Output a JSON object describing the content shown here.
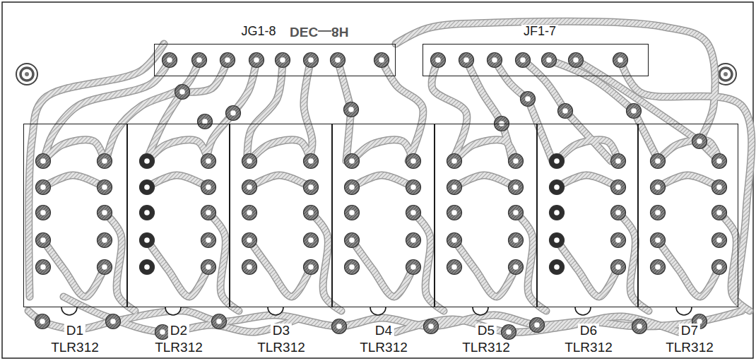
{
  "diagram": {
    "nodes": [
      {
        "text": [
          "JG1-8"
        ]
      },
      {
        "text": [
          "JF1-7"
        ]
      },
      {
        "text": [
          "D1",
          "TLR312"
        ]
      },
      {
        "text": [
          "D2",
          "TLR312"
        ]
      },
      {
        "text": [
          "D3",
          "TLR312"
        ]
      },
      {
        "text": [
          "D4",
          "TLR312"
        ]
      },
      {
        "text": [
          "D5",
          "TLR312"
        ]
      },
      {
        "text": [
          "D6",
          "TLR312"
        ]
      },
      {
        "text": [
          "D7",
          "TLR312"
        ]
      }
    ],
    "labels": [
      "DEC—8H"
    ]
  }
}
